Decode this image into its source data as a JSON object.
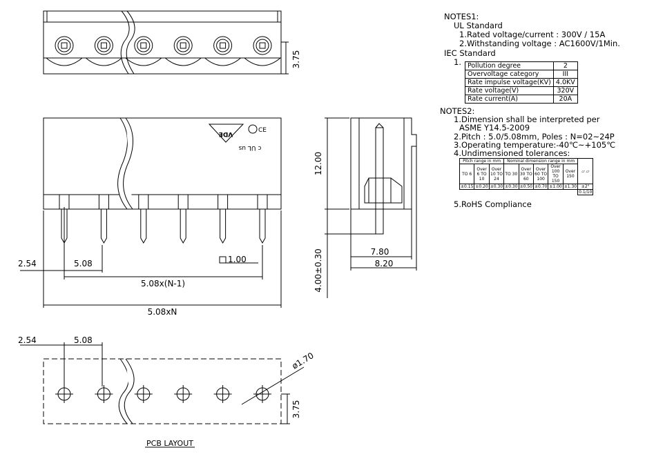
{
  "notes1": {
    "title": "NOTES1:",
    "ul_heading": "UL Standard",
    "ul_items": [
      "1.Rated voltage/current : 300V / 15A",
      "2.Withstanding voltage : AC1600V/1Min."
    ],
    "iec_heading": "IEC Standard",
    "iec_index": "1.",
    "iec_table": [
      {
        "label": "Pollution degree",
        "value": "2"
      },
      {
        "label": "Overvoltage category",
        "value": "III"
      },
      {
        "label": "Rate impulse voltage(KV)",
        "value": "4.0KV"
      },
      {
        "label": "Rate voltage(V)",
        "value": "320V"
      },
      {
        "label": "Rate current(A)",
        "value": "20A"
      }
    ]
  },
  "notes2": {
    "title": "NOTES2:",
    "items": [
      "1.Dimension shall be interpreted per",
      "ASME Y14.5-2009",
      "2.Pitch : 5.0/5.08mm, Poles : N=02~24P",
      "3.Operating temperature:-40℃~+105℃",
      "4.Undimensioned tolerances:",
      "5.RoHS Compliance"
    ],
    "tolerance_table": {
      "h_pitch": "Pitch range in mm",
      "h_nominal": "Nominal dimension range in mm",
      "pitch_cols": [
        "TO 6",
        "Over 6 TO 10",
        "Over 10 TO 24"
      ],
      "nominal_cols": [
        "TO 30",
        "Over 30 TO 60",
        "Over 60 TO 100",
        "Over 100 TO 150",
        "Over 150"
      ],
      "pitch_tols": [
        "±0.15",
        "±0.20",
        "±0.30"
      ],
      "nominal_tols": [
        "±0.30",
        "±0.50",
        "±0.70",
        "±1.00",
        "±1.30"
      ],
      "flat_par": "0.1/10",
      "angle_tol": "±2°"
    }
  },
  "dimensions": {
    "top_height": "3.75",
    "side_height": "12.00",
    "side_pin": "4.00±0.30",
    "side_w1": "7.80",
    "side_w2": "8.20",
    "first_pin": "2.54",
    "pitch": "5.08",
    "pin_square": "1.00",
    "span": "5.08x(N-1)",
    "total": "5.08xN",
    "pcb_first": "2.54",
    "pcb_pitch": "5.08",
    "hole_dia": "ø1.70",
    "pcb_height": "3.75"
  },
  "marks": {
    "vde": "VDE",
    "ce": "CE",
    "ul": "c UL us"
  },
  "pcb_caption": "PCB LAYOUT",
  "pin_count": 6
}
